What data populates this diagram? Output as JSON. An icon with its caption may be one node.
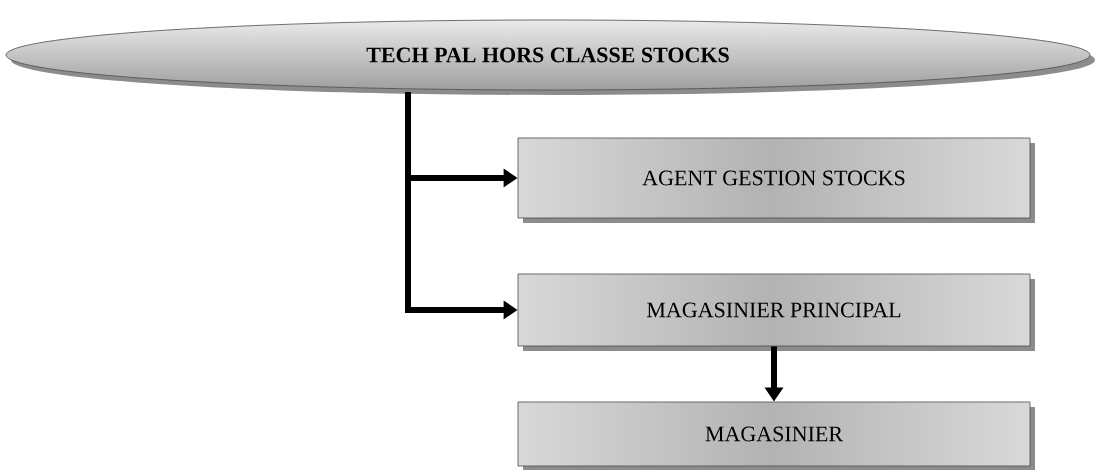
{
  "diagram": {
    "nodes": [
      {
        "text": [
          "TECH PAL HORS CLASSE STOCKS"
        ]
      },
      {
        "text": [
          "AGENT GESTION STOCKS"
        ]
      },
      {
        "text": [
          "MAGASINIER PRINCIPAL"
        ]
      },
      {
        "text": [
          "MAGASINIER"
        ]
      }
    ],
    "edges": [
      {
        "from": 0,
        "to": 1,
        "arrow": "to"
      },
      {
        "from": 0,
        "to": 2,
        "arrow": "to"
      },
      {
        "from": 2,
        "to": 3,
        "arrow": "to"
      }
    ]
  }
}
